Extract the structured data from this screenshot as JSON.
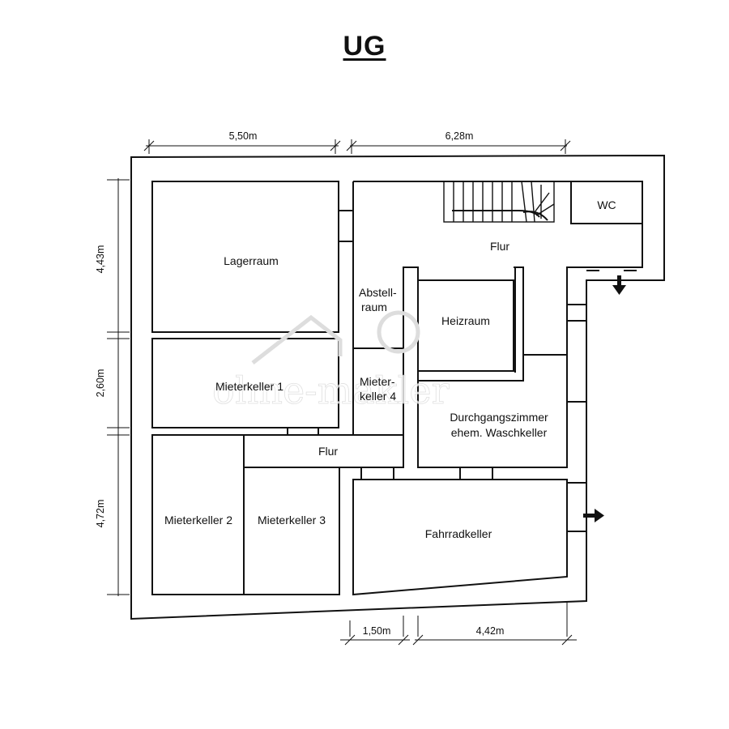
{
  "title": "UG",
  "rooms": {
    "lagerraum": "Lagerraum",
    "mieterkeller1": "Mieterkeller 1",
    "mieterkeller2": "Mieterkeller 2",
    "mieterkeller3": "Mieterkeller 3",
    "mieterkeller4_line1": "Mieter-",
    "mieterkeller4_line2": "keller 4",
    "abstellraum_line1": "Abstell-",
    "abstellraum_line2": "raum",
    "heizraum": "Heizraum",
    "durchgang_line1": "Durchgangszimmer",
    "durchgang_line2": "ehem. Waschkeller",
    "fahrradkeller": "Fahrradkeller",
    "wc": "WC",
    "flur_top": "Flur",
    "flur_bottom": "Flur"
  },
  "dimensions": {
    "top_left": "5,50m",
    "top_right": "6,28m",
    "left_top": "4,43m",
    "left_mid": "2,60m",
    "left_bottom": "4,72m",
    "bottom_left": "1,50m",
    "bottom_right": "4,42m"
  },
  "watermark": "ohne-makler"
}
